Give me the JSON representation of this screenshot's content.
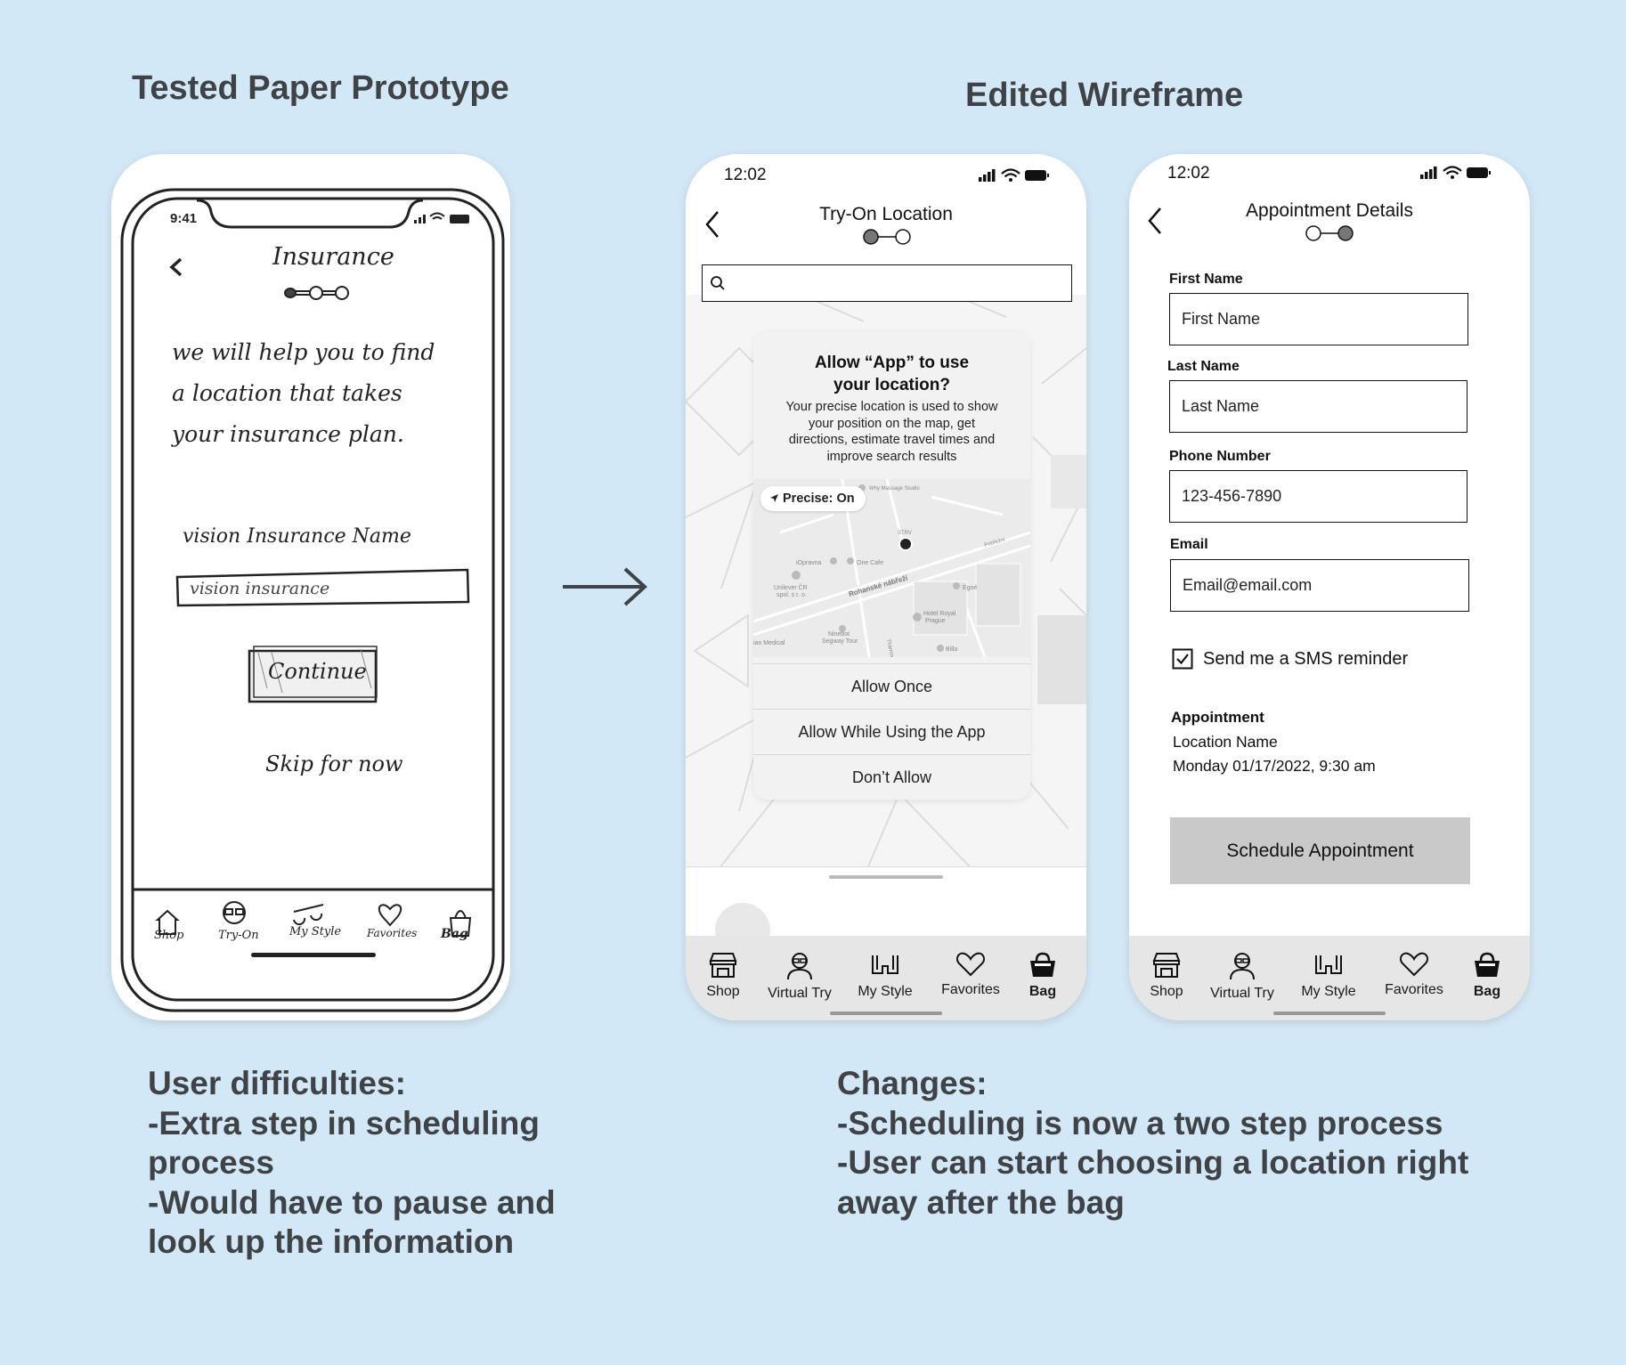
{
  "left_heading": "Tested Paper Prototype",
  "right_heading": "Edited Wireframe",
  "paper": {
    "time": "9:41",
    "title": "Insurance",
    "body_lines": [
      "we will help you to find",
      "a location that takes",
      "your insurance plan."
    ],
    "field_label": "vision Insurance Name",
    "field_value": "vision insurance",
    "continue": "Continue",
    "skip": "Skip for now",
    "tabs": [
      "Shop",
      "Try-On",
      "My Style",
      "Favorites",
      "Bag"
    ]
  },
  "screen1": {
    "time": "12:02",
    "title": "Try-On Location",
    "search_placeholder": "",
    "dialog": {
      "title_line1": "Allow “App” to use",
      "title_line2": "your location?",
      "body_lines": [
        "Your precise location is used to show",
        "your position on the map, get",
        "directions, estimate travel times and",
        "improve search results"
      ],
      "precise": "Precise: On",
      "map_labels": {
        "opravna": "iOpravna",
        "cafe": "One Cafe",
        "unilever1": "Unilever ČR",
        "unilever2": "spol. s r. o.",
        "street": "Rohanské nábřeží",
        "egoe": "Egoé",
        "hotel1": "Hotel Royal",
        "hotel2": "Prague",
        "ninebot1": "Ninebot",
        "ninebot2": "Segway Tour",
        "medical": "ian Medical",
        "billa": "Billa",
        "strv": "STRV",
        "massage": "Why Massage Studio",
        "pobrezni": "Pobřežní",
        "thamova": "Thámova"
      },
      "buttons": [
        "Allow Once",
        "Allow While Using the App",
        "Don’t Allow"
      ]
    }
  },
  "screen2": {
    "time": "12:02",
    "title": "Appointment Details",
    "fields": [
      {
        "label": "First Name",
        "value": "First Name"
      },
      {
        "label": "Last Name",
        "value": "Last Name"
      },
      {
        "label": "Phone Number",
        "value": "123-456-7890"
      },
      {
        "label": "Email",
        "value": "Email@email.com"
      }
    ],
    "sms_reminder": "Send me a SMS reminder",
    "appointment_label": "Appointment",
    "appointment_location": "Location Name",
    "appointment_datetime": "Monday 01/17/2022, 9:30 am",
    "schedule_button": "Schedule Appointment"
  },
  "tabbar": [
    "Shop",
    "Virtual Try",
    "My Style",
    "Favorites",
    "Bag"
  ],
  "user_difficulties": {
    "heading": "User difficulties:",
    "lines": [
      "-Extra step in scheduling",
      "process",
      "-Would have to pause and",
      "look up the information"
    ]
  },
  "changes": {
    "heading": "Changes:",
    "lines": [
      "-Scheduling is now a two step process",
      "-User can start choosing a location right",
      "away after the bag"
    ]
  },
  "colors": {
    "background": "#d3e8f6",
    "text": "#3f4246",
    "button": "#c9c9c9",
    "tabbar": "#e6e6e6"
  }
}
